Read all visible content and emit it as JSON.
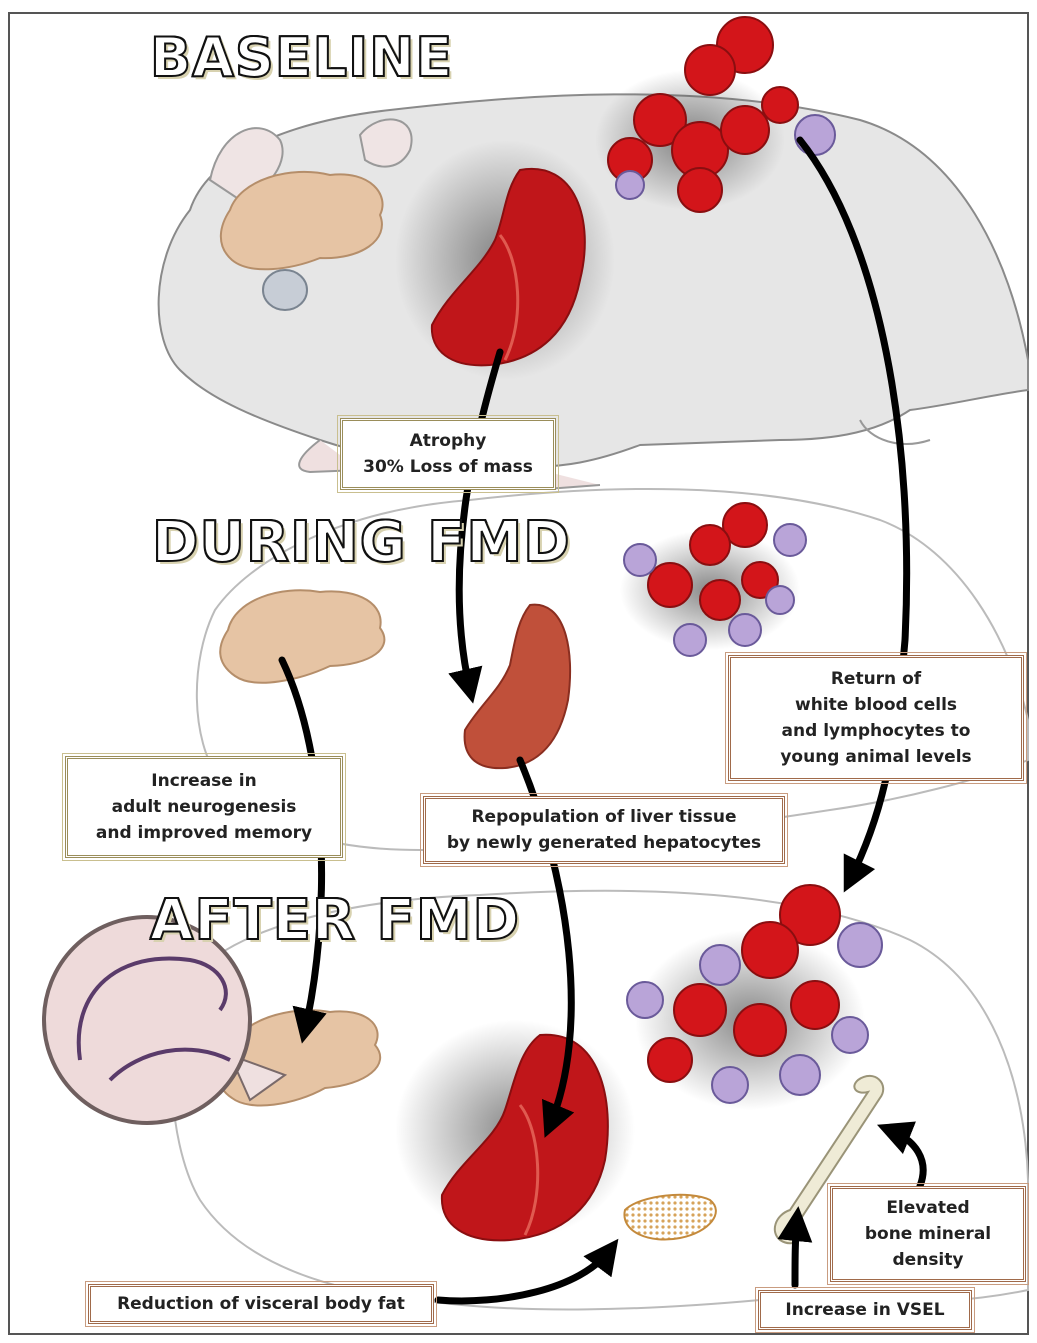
{
  "headings": {
    "baseline": "BASELINE",
    "during": "DURING FMD",
    "after": "AFTER FMD"
  },
  "labels": {
    "atrophy": [
      "Atrophy",
      "30% Loss of mass"
    ],
    "return_wbc": [
      "Return of",
      "white blood cells",
      "and lymphocytes to",
      "young animal levels"
    ],
    "neurogenesis": [
      "Increase in",
      "adult neurogenesis",
      "and improved memory"
    ],
    "liver": [
      "Repopulation of liver tissue",
      "by newly generated hepatocytes"
    ],
    "fat": [
      "Reduction of visceral body fat"
    ],
    "bone": [
      "Elevated",
      "bone mineral",
      "density"
    ],
    "vsel": [
      "Increase in VSEL"
    ]
  },
  "colors": {
    "mouse_fill": "#e9e9e9",
    "mouse_outline": "#8a8a8a",
    "liver": "#c0161a",
    "liver_light": "#c0503a",
    "brain": "#e6c4a4",
    "rbc": "#d3151a",
    "wbc": "#b9a4d8",
    "arrow": "#000000",
    "label_border_olive": "#9a8d5a",
    "label_border_brown": "#a06a4a"
  }
}
